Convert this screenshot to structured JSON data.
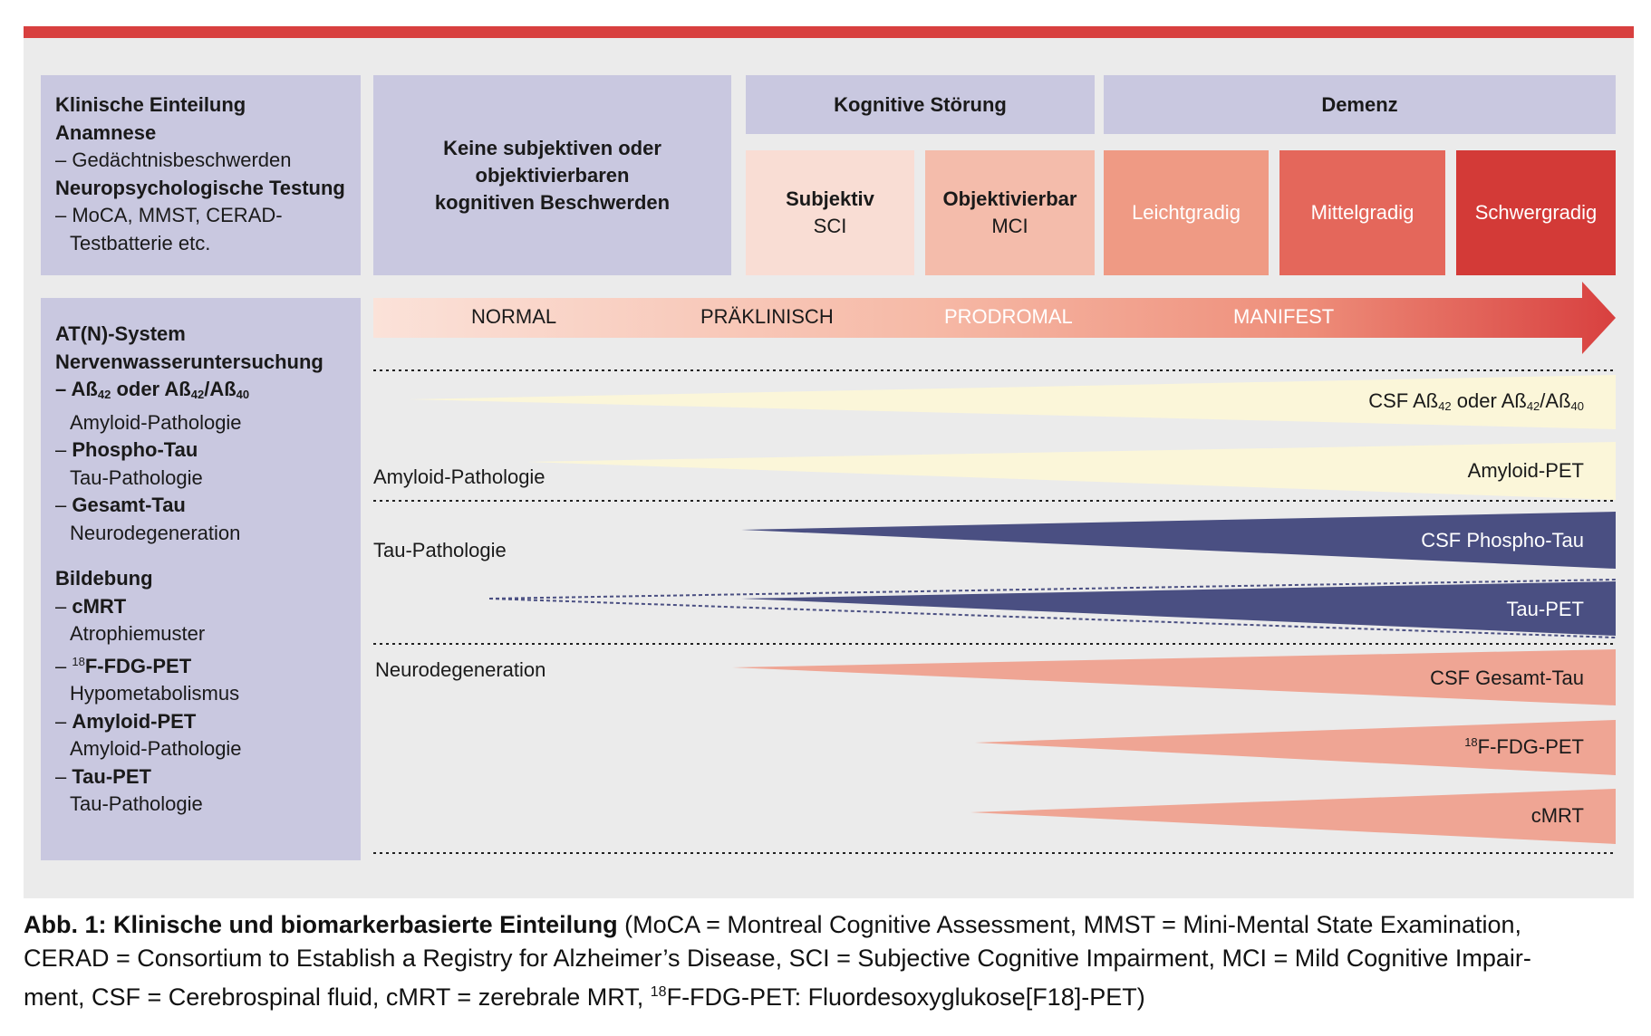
{
  "clinical": {
    "title": "Klinische Einteilung",
    "anamnese": "Anamnese",
    "anamnese_item": "–  Gedächtnisbeschwerden",
    "neuro": "Neuropsychologische Testung",
    "neuro_item1": "– MoCA, MMST, CERAD-",
    "neuro_item2": "Testbatterie etc."
  },
  "no_complaints": {
    "line1": "Keine subjektiven oder",
    "line2": "objektivierbaren",
    "line3": "kognitiven Beschwerden"
  },
  "headers": {
    "cognitive": "Kognitive Störung",
    "dementia": "Demenz"
  },
  "severity": {
    "subjektiv": "Subjektiv",
    "sci": "SCI",
    "objektivierbar": "Objektivierbar",
    "mci": "MCI",
    "leicht": "Leichtgradig",
    "mittel": "Mittelgradig",
    "schwer": "Schwergradig"
  },
  "stages": {
    "normal": "NORMAL",
    "praeklinisch": "PRÄKLINISCH",
    "prodromal": "PRODROMAL",
    "manifest": "MANIFEST"
  },
  "atn": {
    "title": "AT(N)-System",
    "csf_title": "Nervenwasseruntersuchung",
    "item1_prefix": "– Aß",
    "item1_sub1": "42",
    "item1_mid": " oder Aß",
    "item1_sub2": "42",
    "item1_slash": "/Aß",
    "item1_sub3": "40",
    "item1_desc": "Amyloid-Pathologie",
    "item2": "Phospho-Tau",
    "item2_desc": "Tau-Pathologie",
    "item3": "Gesamt-Tau",
    "item3_desc": "Neurodegeneration",
    "imaging_title": "Bildebung",
    "img1": "cMRT",
    "img1_desc": "Atrophiemuster",
    "img2_sup": "18",
    "img2": "F-FDG-PET",
    "img2_desc": "Hypometabolismus",
    "img3": "Amyloid-PET",
    "img3_desc": "Amyloid-Pathologie",
    "img4": "Tau-PET",
    "img4_desc": "Tau-Pathologie",
    "dash": "– "
  },
  "rows": {
    "amyloid": "Amyloid-Pathologie",
    "tau": "Tau-Pathologie",
    "neuro": "Neurodegeneration"
  },
  "wedges": {
    "csf_abeta_prefix": "CSF Aß",
    "csf_abeta_sub1": "42",
    "csf_abeta_mid": " oder Aß",
    "csf_abeta_sub2": "42",
    "csf_abeta_slash": "/Aß",
    "csf_abeta_sub3": "40",
    "amyloid_pet": "Amyloid-PET",
    "csf_ptau": "CSF Phospho-Tau",
    "tau_pet": "Tau-PET",
    "csf_ttau": "CSF Gesamt-Tau",
    "fdg_sup": "18",
    "fdg": "F-FDG-PET",
    "cmrt": "cMRT"
  },
  "caption": {
    "bold": "Abb. 1: Klinische und biomarkerbasierte Einteilung",
    "line1_rest": " (MoCA = Montreal Cognitive Assessment, MMST = Mini-Mental State Examination,",
    "line2": "CERAD = Consortium to Establish a Registry for Alzheimer’s Disease, SCI = Subjective Cognitive Impairment, MCI = Mild Cognitive Impair-",
    "line3_a": "ment, CSF = Cerebrospinal fluid, cMRT = zerebrale MRT, ",
    "line3_sup": "18",
    "line3_b": "F-FDG-PET: Fluordesoxyglukose[F18]-PET)"
  },
  "colors": {
    "red_bar": "#d8403f",
    "lavender": "#c9c8e0",
    "panel": "#ebebeb",
    "amyloid_wedge": "#fbf6d9",
    "tau_wedge": "#4a4f82",
    "neuro_wedge": "#efa594",
    "sci": "#f9ddd4",
    "mci": "#f4bcab",
    "mild": "#ef9a84",
    "moderate": "#e4675b",
    "severe": "#d33a37"
  }
}
